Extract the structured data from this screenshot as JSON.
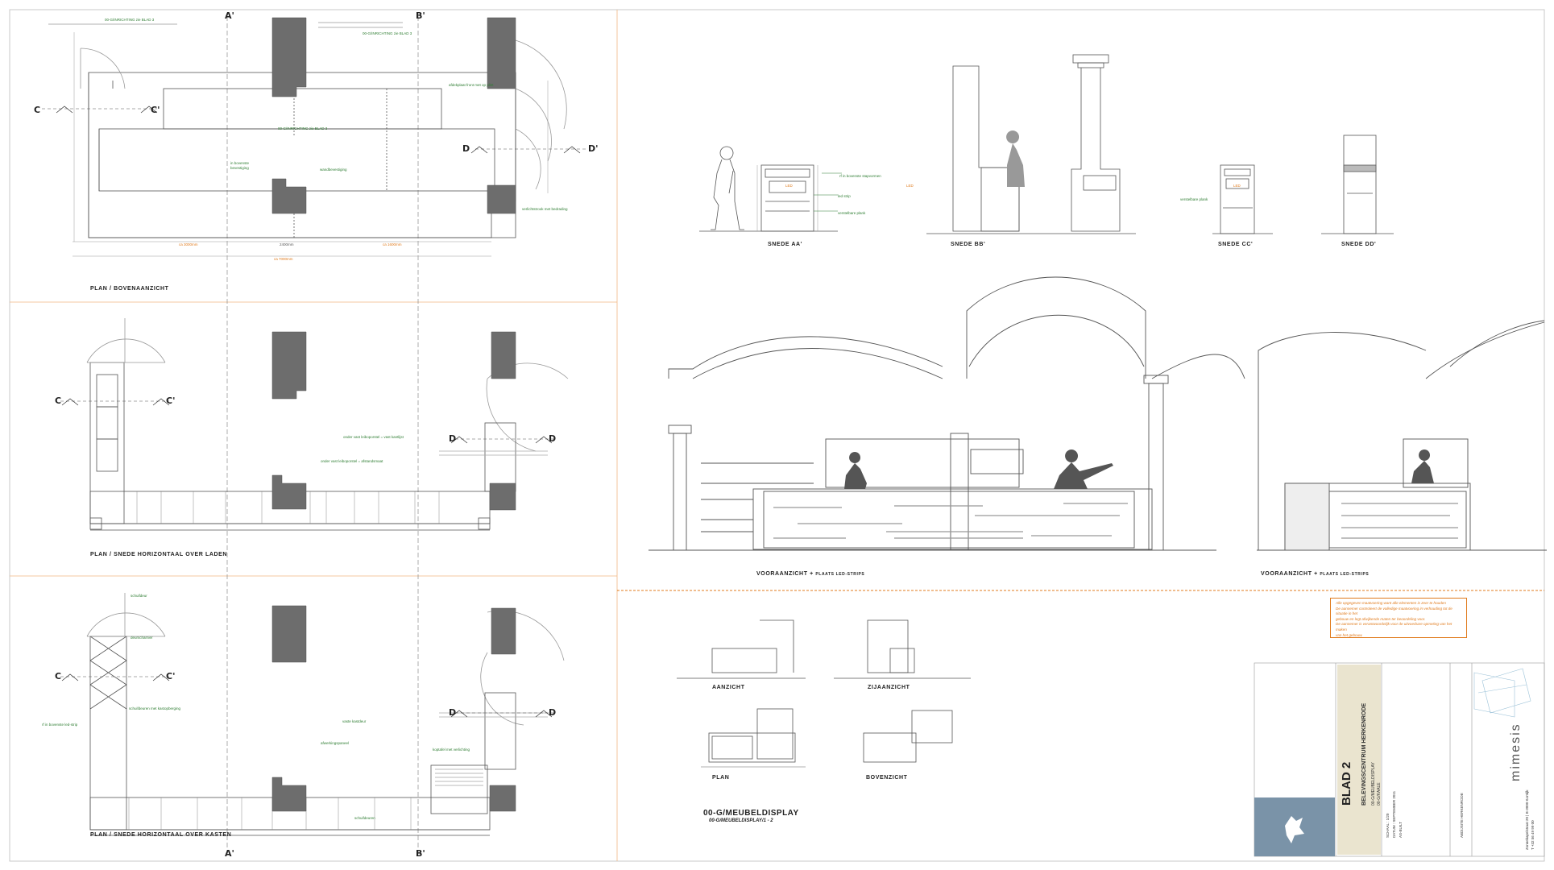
{
  "colors": {
    "line": "#555555",
    "wall": "#6d6d6d",
    "accent_orange": "#e07b1d",
    "accent_green": "#2e7d32",
    "logo_blue": "#7a93a8",
    "title_band": "#eae4cf"
  },
  "plans": {
    "top_title": "PLAN / BOVENAANZICHT",
    "mid_title": "PLAN / SNEDE HORIZONTAAL OVER LADEN",
    "bot_title": "PLAN / SNEDE HORIZONTAAL OVER KASTEN"
  },
  "section_marks": {
    "a": "A'",
    "b": "B'",
    "c": "C",
    "c2": "C'",
    "d": "D",
    "d2": "D'"
  },
  "sections": {
    "aa": "SNEDE AA'",
    "bb": "SNEDE BB'",
    "cc": "SNEDE CC'",
    "dd": "SNEDE DD'"
  },
  "elevations": {
    "front_title": "VOORAANZICHT",
    "front_sub": "PLAATS LED-STRIPS"
  },
  "detail_views": {
    "aanzicht": "AANZICHT",
    "zijaanzicht": "ZIJAANZICHT",
    "plan": "PLAN",
    "bovenzicht": "BOVENZICHT"
  },
  "drawing_id": {
    "main": "00-G/MEUBELDISPLAY",
    "sub": "00-G/MEUBELDISPLAY/1 - 2"
  },
  "notes": [
    "Alle opgegeven maatvoering want alle elementen is zeer te houden",
    "De aannemer controleert de volledige maatvoering in verhouding tot de situatie in het",
    "gebouw en legt afwijkende maten ter beoordeling voor.",
    "De aannemer is verantwoordelijk voor de uitvoerbare opmeting van het maken",
    "van het gebouw."
  ],
  "annotations_green": {
    "ref_blad3_top": "00-G/INRICHTING zie BLAD 3",
    "ref_blad3_right": "00-G/INRICHTING zie BLAD 3",
    "ref_blad3_center": "00-G/INRICHTING zie BLAD 3",
    "lamp_front": "rf in bovenste stapvormen",
    "ledstrip": "led strip",
    "plank": "verstelbare plank",
    "plank_cc": "verstelbare plank",
    "bevestiging_1": "in bovenste",
    "bevestiging_2": "bevestiging",
    "bevestiging_3": "wandbevestiging",
    "right_note": "afdekplaat front met op plint",
    "right_note2": "verlichtstrook met bedrading",
    "mid_note_1": "onder vast leiboporstel = vast kantlijst",
    "mid_note_2": "onder vast leiboporstel = afstandsmaat",
    "bot_note_1": "vaste kastdeur",
    "bot_note_2": "afwerkingspaneel",
    "bot_note_3": "koptafel met verlichting",
    "bot_note_4": "rf in bovenste led-strip",
    "bot_note_5": "schuifdeuren met kastopberging",
    "bot_note_6": "schuifdeuren",
    "bot_left_1": "schuifdeur",
    "bot_left_2": "deurscharnier"
  },
  "annotations_orange": {
    "dim_total": "ca 7000mm",
    "dim_left": "ca 3000mm",
    "dim_mid": "2400mm",
    "dim_right": "ca 1600mm",
    "led_tag": "LED"
  },
  "title_block": {
    "sheet": "BLAD 2",
    "project": "BELEVINGSCENTRUM HERKENRODE",
    "subject_1": "00-G/MEUBELDISPLAY",
    "subject_2": "00-G/KAALE",
    "schaal": "SCHAAL : 1/20",
    "datum": "DATUM : SEPTEMBER 2011",
    "fase": "AS-BUILT",
    "client": "ABDIJSITE HERKENRODE",
    "designer": "mimesis",
    "address": "Zonnekapelstraat 20 | B-3000 Kortrijk",
    "phone": "T +32 56 49 99 00"
  }
}
